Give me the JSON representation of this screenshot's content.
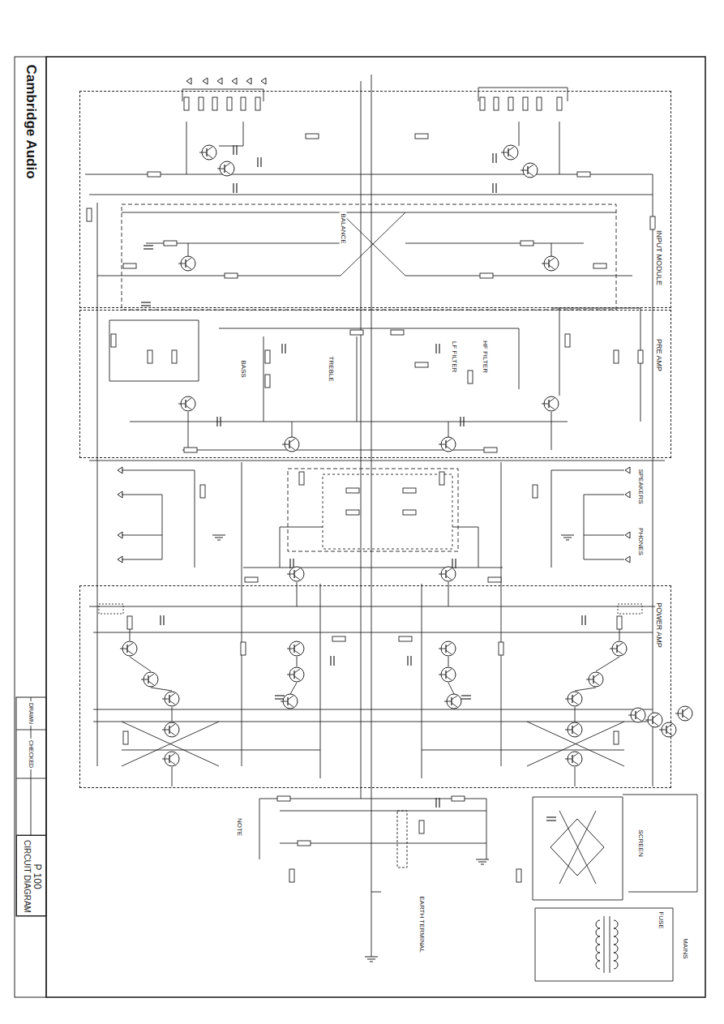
{
  "diagram": {
    "nodes": [
      {
        "text": [
          "INPUT MODULE"
        ]
      },
      {
        "text": [
          "PRE AMP"
        ]
      },
      {
        "text": [
          "POWER AMP"
        ]
      },
      {
        "text": [
          "P 100",
          "CIRCUIT DIAGRAM"
        ]
      }
    ],
    "labels": [
      "Cambridge Audio",
      "BALANCE",
      "TREBLE",
      "BASS",
      "LF FILTER",
      "HF FILTER",
      "SPEAKERS",
      "PHONES",
      "NOTE",
      "EARTH TERMINAL",
      "SCREEN",
      "MAINS",
      "FUSE",
      "DRAWN",
      "CHECKED"
    ]
  }
}
